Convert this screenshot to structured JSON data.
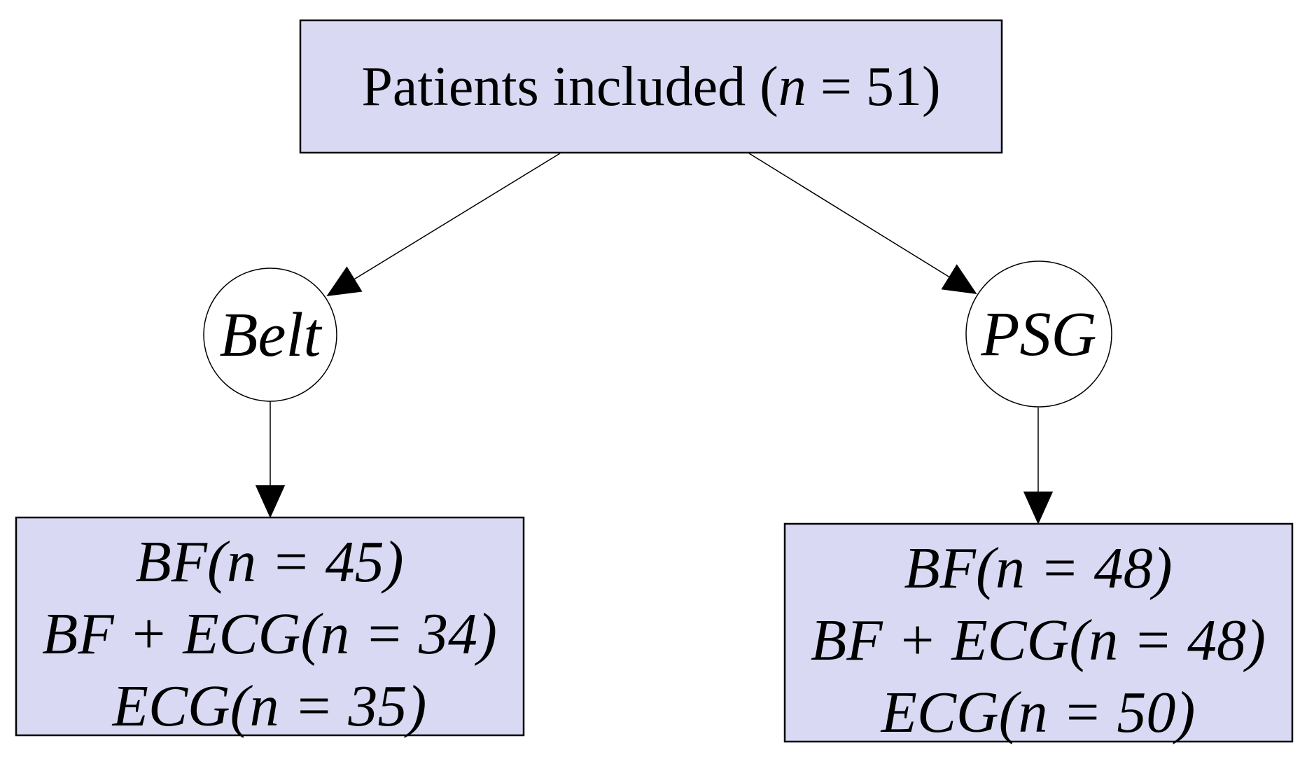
{
  "theme": {
    "background": "#ffffff",
    "node_fill": "#d9d9f3",
    "circle_fill": "#ffffff",
    "stroke_color": "#000000",
    "text_color": "#000000"
  },
  "nodes": {
    "root": {
      "prefix": "Patients included (",
      "var": "n",
      "suffix": " = 51)"
    },
    "belt_circle": {
      "label": "Belt"
    },
    "psg_circle": {
      "label": "PSG"
    },
    "belt_box": {
      "lines": [
        {
          "text": "BF(n = 45)"
        },
        {
          "text": "BF + ECG(n = 34)"
        },
        {
          "text": "ECG(n = 35)"
        }
      ]
    },
    "psg_box": {
      "lines": [
        {
          "text": "BF(n = 48)"
        },
        {
          "text": "BF + ECG(n = 48)"
        },
        {
          "text": "ECG(n = 50)"
        }
      ]
    }
  }
}
